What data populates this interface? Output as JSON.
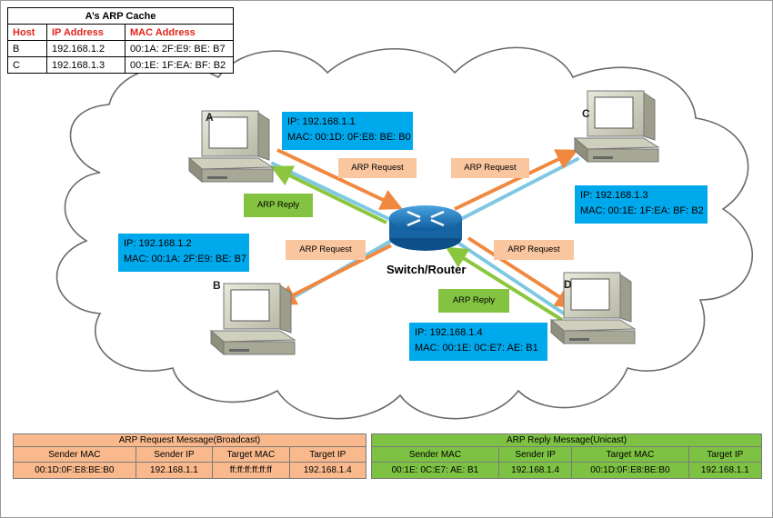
{
  "arp_cache": {
    "title": "A’s ARP Cache",
    "headers": [
      "Host",
      "IP Address",
      "MAC Address"
    ],
    "rows": [
      [
        "B",
        "192.168.1.2",
        "00:1A: 2F:E9: BE: B7"
      ],
      [
        "C",
        "192.168.1.3",
        "00:1E: 1F:EA: BF: B2"
      ]
    ]
  },
  "hosts": {
    "A": {
      "label": "A",
      "ip": "IP: 192.168.1.1",
      "mac": "MAC: 00:1D: 0F:E8: BE: B0"
    },
    "B": {
      "label": "B",
      "ip": "IP: 192.168.1.2",
      "mac": "MAC: 00:1A: 2F:E9: BE: B7"
    },
    "C": {
      "label": "C",
      "ip": "IP: 192.168.1.3",
      "mac": "MAC: 00:1E: 1F:EA: BF: B2"
    },
    "D": {
      "label": "D",
      "ip": "IP: 192.168.1.4",
      "mac": "MAC: 00:1E: 0C:E7: AE: B1"
    }
  },
  "router": {
    "label": "Switch/Router"
  },
  "arrow_labels": {
    "request_a": "ARP Request",
    "request_c": "ARP Request",
    "request_b": "ARP Request",
    "request_d": "ARP Request",
    "reply_a": "ARP Reply",
    "reply_d": "ARP Reply"
  },
  "request_message": {
    "title": "ARP Request Message(Broadcast)",
    "headers": [
      "Sender MAC",
      "Sender IP",
      "Target MAC",
      "Target IP"
    ],
    "values": [
      "00:1D:0F:E8:BE:B0",
      "192.168.1.1",
      "ff:ff:ff:ff:ff:ff",
      "192.168.1.4"
    ]
  },
  "reply_message": {
    "title": "ARP Reply Message(Unicast)",
    "headers": [
      "Sender MAC",
      "Sender IP",
      "Target MAC",
      "Target IP"
    ],
    "values": [
      "00:1E: 0C:E7: AE: B1",
      "192.168.1.4",
      "00:1D:0F:E8:BE:B0",
      "192.168.1.1"
    ]
  },
  "colors": {
    "info_box": "#00a8ec",
    "request": "#f9b98c",
    "request_arrow": "#f0893f",
    "reply": "#7dc242",
    "reply_arrow": "#8cc63f",
    "link": "#7ec8e3",
    "router": "#1b6fae"
  },
  "icons": {
    "computer": "desktop-computer-icon",
    "router": "router-icon",
    "cloud": "network-cloud"
  }
}
